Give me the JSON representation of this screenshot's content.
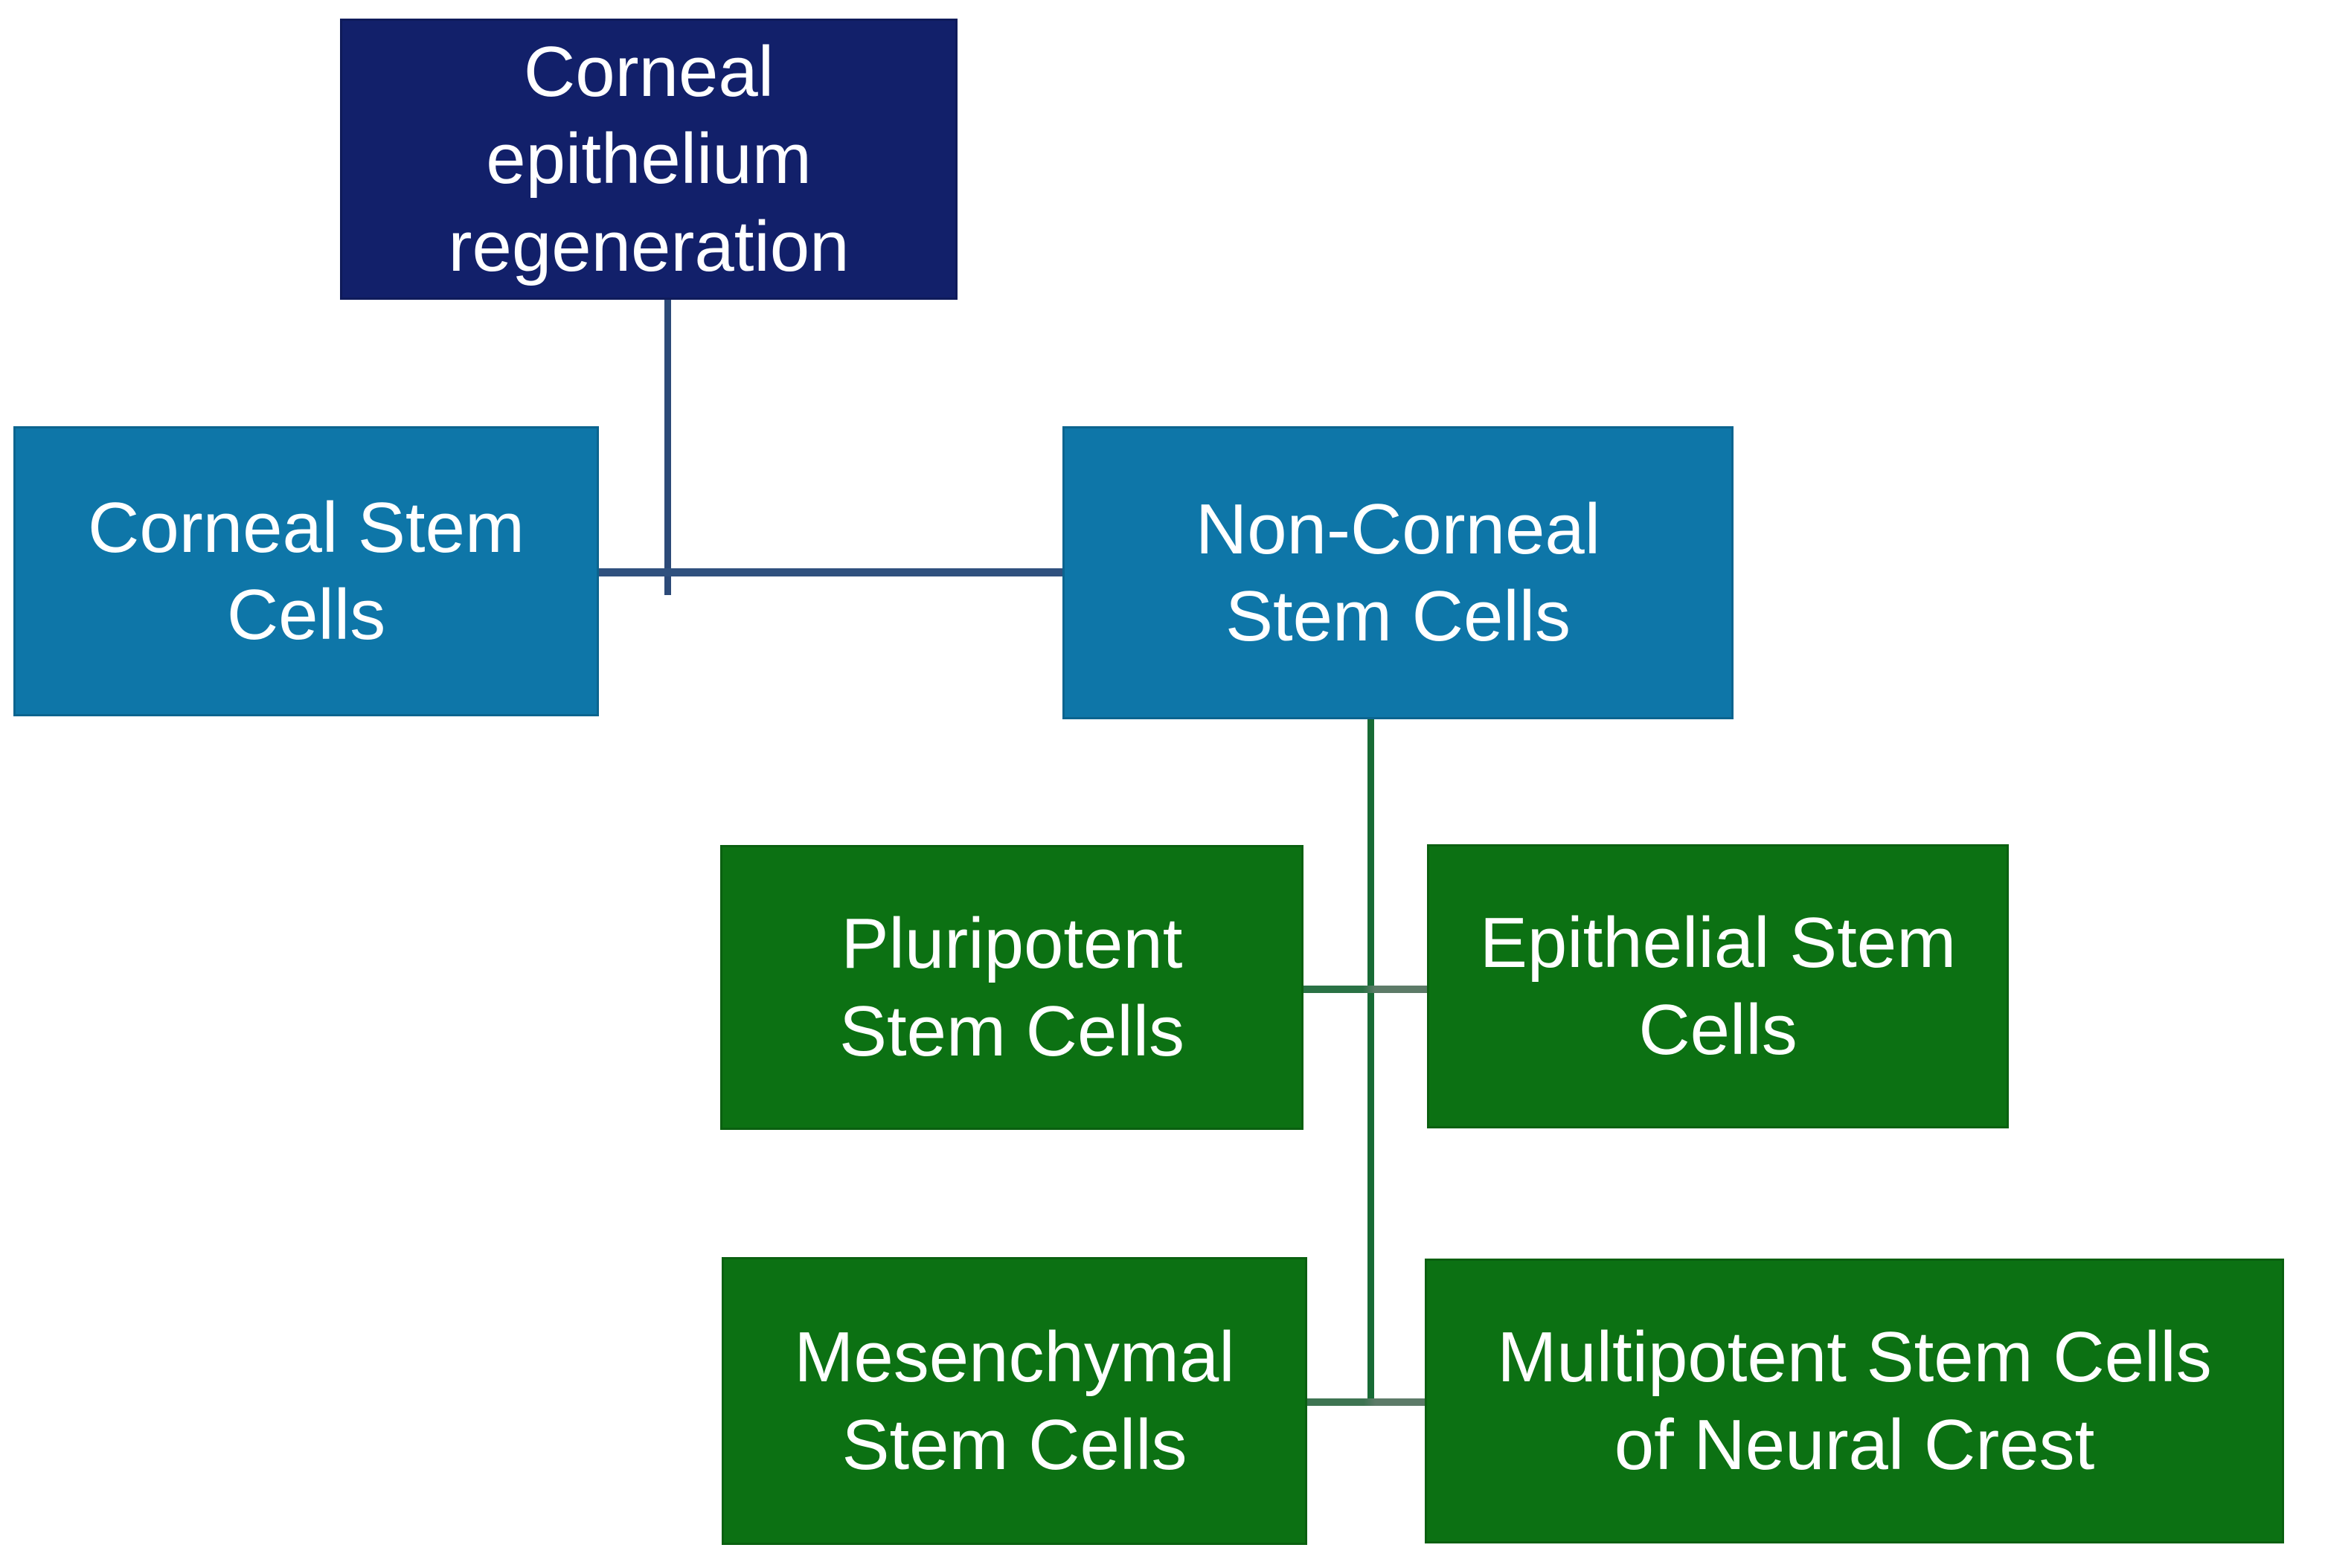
{
  "diagram": {
    "background_color": "#FFFFFF",
    "text_color": "#FFFFFF",
    "nodes": [
      {
        "id": "root",
        "label": "Corneal epithelium regeneration",
        "fill": "#12206A",
        "level": 0
      },
      {
        "id": "corneal",
        "label": "Corneal Stem Cells",
        "fill": "#0E76A8",
        "level": 1
      },
      {
        "id": "non_corneal",
        "label": "Non-Corneal Stem Cells",
        "fill": "#0E76A8",
        "level": 1
      },
      {
        "id": "pluripotent",
        "label": "Pluripotent Stem Cells",
        "fill": "#0C7113",
        "level": 2
      },
      {
        "id": "epithelial",
        "label": "Epithelial Stem Cells",
        "fill": "#0C7113",
        "level": 2
      },
      {
        "id": "mesenchymal",
        "label": "Mesenchymal Stem Cells",
        "fill": "#0C7113",
        "level": 2
      },
      {
        "id": "multipotent",
        "label": "Multipotent Stem Cells of Neural Crest",
        "fill": "#0C7113",
        "level": 2
      }
    ],
    "connectors": {
      "navy_line_color": "#30517E",
      "green_line_color": "#2A7245",
      "green_muted_line_color": "#5D7B68"
    },
    "hierarchy": [
      {
        "parent": "Corneal epithelium regeneration",
        "children": [
          "Corneal Stem Cells",
          "Non-Corneal Stem Cells"
        ]
      },
      {
        "parent": "Non-Corneal Stem Cells",
        "children": [
          "Pluripotent Stem Cells",
          "Epithelial Stem Cells",
          "Mesenchymal Stem Cells",
          "Multipotent Stem Cells of Neural Crest"
        ]
      }
    ]
  }
}
